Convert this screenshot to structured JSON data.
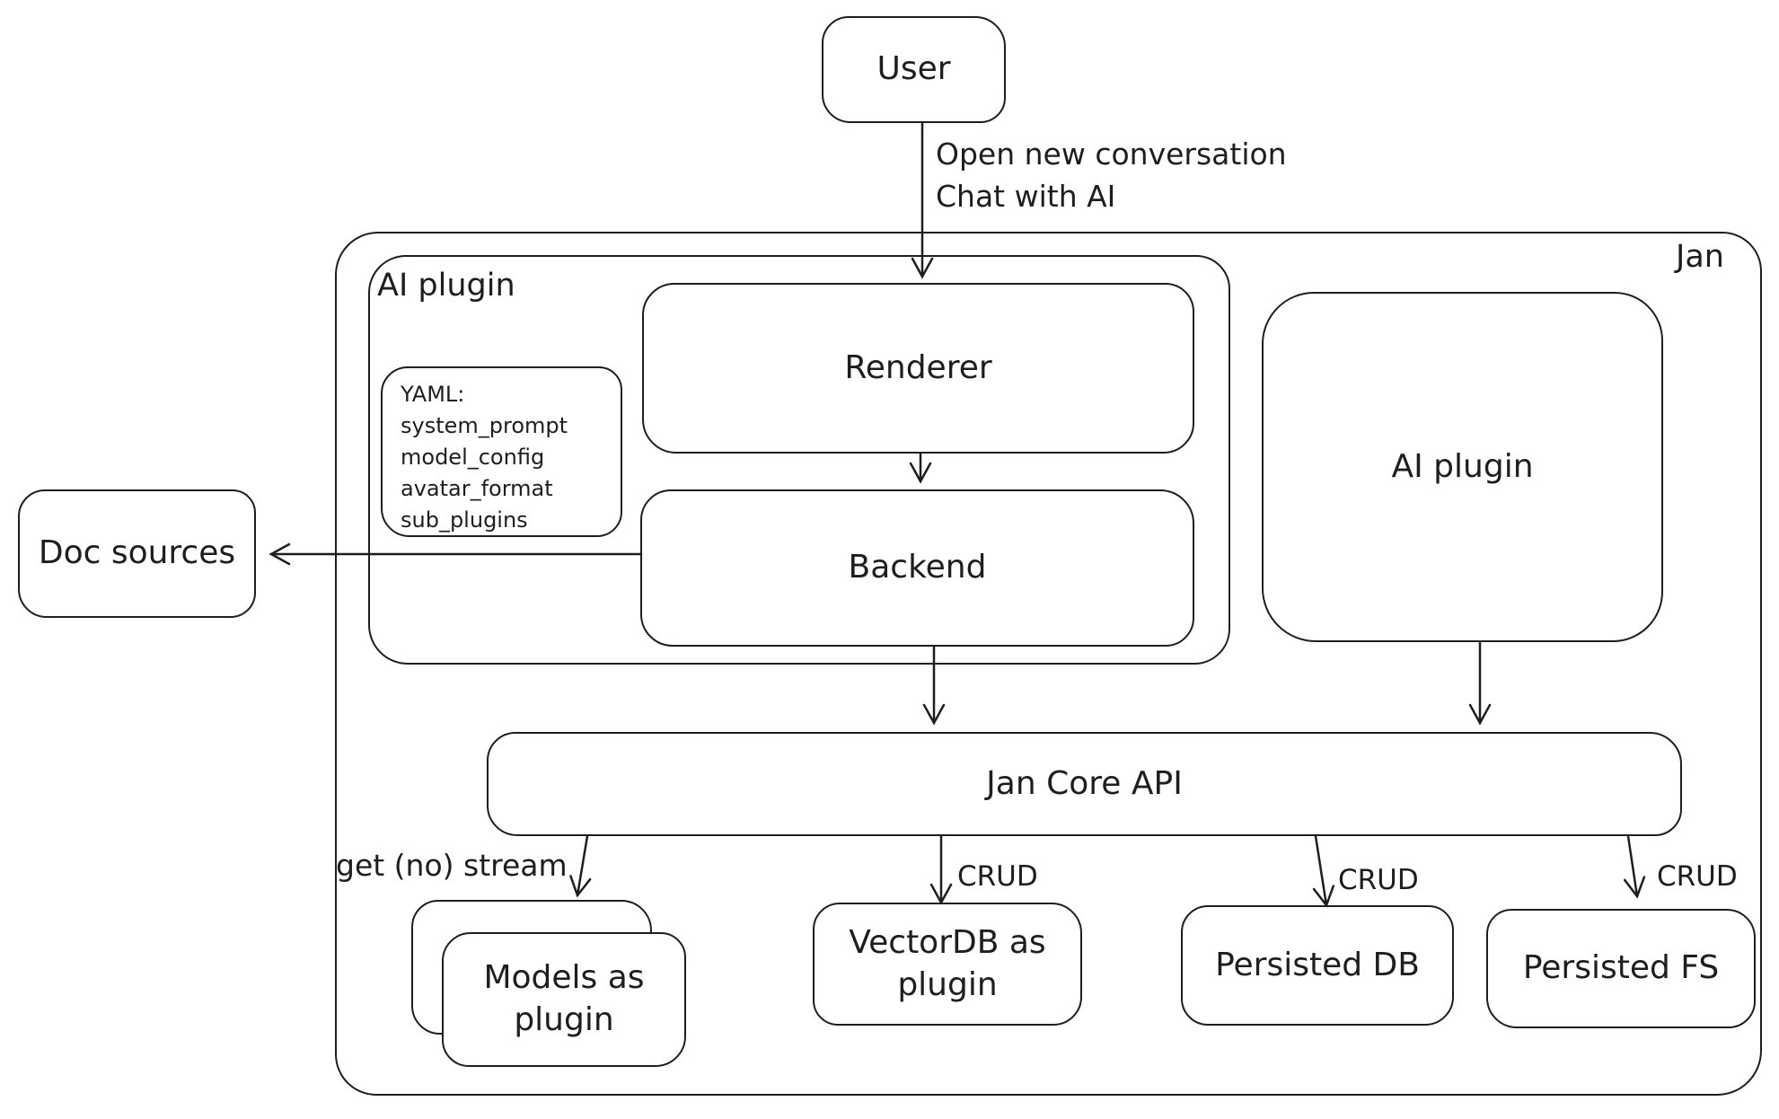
{
  "style": {
    "stroke_color": "#1e1e1e",
    "background_color": "#ffffff"
  },
  "nodes": {
    "user": {
      "label": "User"
    },
    "jan": {
      "label": "Jan"
    },
    "ai_plugin_left": {
      "label": "AI plugin"
    },
    "renderer": {
      "label": "Renderer"
    },
    "backend": {
      "label": "Backend"
    },
    "yaml_note": {
      "lines": [
        "YAML:",
        "system_prompt",
        "model_config",
        "avatar_format",
        "sub_plugins"
      ]
    },
    "ai_plugin_right": {
      "label": "AI plugin"
    },
    "jan_core_api": {
      "label": "Jan Core API"
    },
    "doc_sources": {
      "label": "Doc sources"
    },
    "models_as_plugin": {
      "label": "Models as plugin"
    },
    "vectordb_as_plugin": {
      "label": "VectorDB as plugin"
    },
    "persisted_db": {
      "label": "Persisted DB"
    },
    "persisted_fs": {
      "label": "Persisted FS"
    }
  },
  "edges": {
    "user_to_renderer": {
      "label_line1": "Open new conversation",
      "label_line2": "Chat with AI"
    },
    "jan_core_to_models": {
      "label": "get (no) stream"
    },
    "jan_core_to_vectordb": {
      "label": "CRUD"
    },
    "jan_core_to_persisted_db": {
      "label": "CRUD"
    },
    "jan_core_to_persisted_fs": {
      "label": "CRUD"
    }
  }
}
